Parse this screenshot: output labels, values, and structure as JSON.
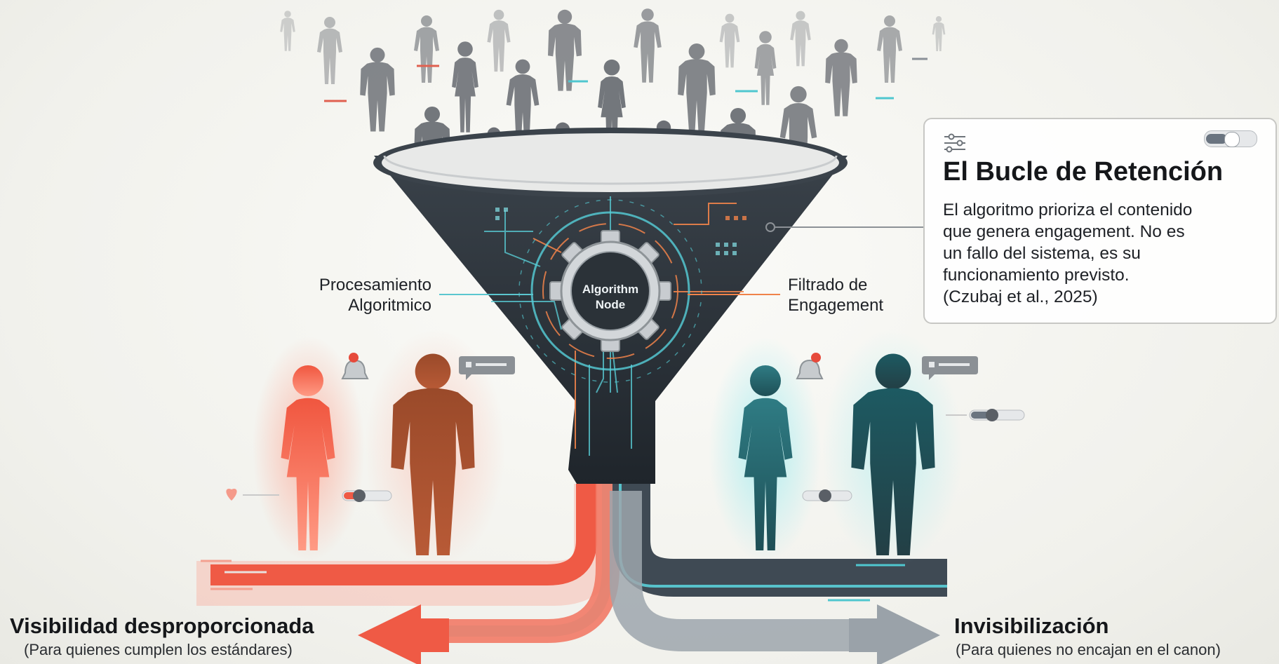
{
  "labels": {
    "processing": [
      "Procesamiento",
      "Algoritmico"
    ],
    "filtering": [
      "Filtrado de",
      "Engagement"
    ]
  },
  "gear": {
    "line1": "Algorithm",
    "line2": "Node"
  },
  "card": {
    "title": "El Bucle de Retención",
    "body": [
      "El algoritmo prioriza el contenido",
      "que genera engagement. No es",
      "un fallo del sistema, es su",
      "funcionamiento previsto.",
      "(Czubaj et al., 2025)"
    ]
  },
  "outcomes": {
    "visible": {
      "title": "Visibilidad desproporcionada",
      "subtitle": "(Para quienes cumplen los estándares)"
    },
    "invisible": {
      "title": "Invisibilización",
      "subtitle": "(Para quienes no encajan en el canon)"
    }
  },
  "colors": {
    "visible_accent": "#ef5a45",
    "invisible_accent": "#2d6e74",
    "cyan_glow": "#4fd6e0",
    "funnel_dark": "#2a3138",
    "crowd": "#5a5f66"
  },
  "icons": [
    "settings-sliders-icon",
    "toggle-icon",
    "gear-icon",
    "notification-bell-icon",
    "chat-bubble-icon",
    "heart-icon",
    "arrow-left-icon",
    "arrow-right-icon"
  ]
}
